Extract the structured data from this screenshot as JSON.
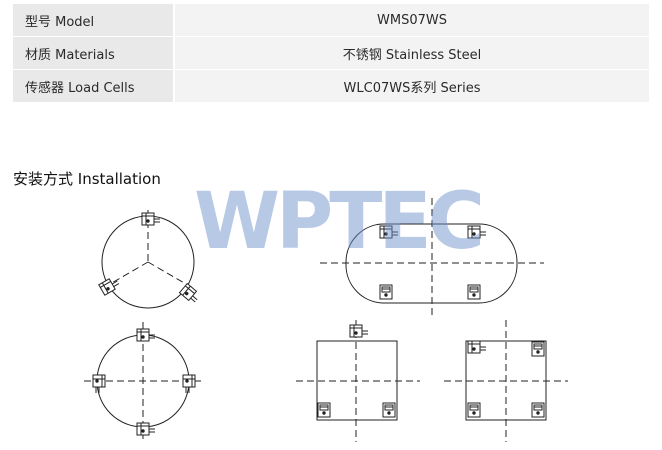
{
  "specs": [
    {
      "label": "型号 Model",
      "value": "WMS07WS"
    },
    {
      "label": "材质 Materials",
      "value": "不锈钢 Stainless Steel"
    },
    {
      "label": "传感器 Load Cells",
      "value": "WLC07WS系列 Series"
    }
  ],
  "installation": {
    "title": "安装方式 Installation"
  },
  "watermark": {
    "text": "WPTEC",
    "color": "#6c8fc9"
  }
}
